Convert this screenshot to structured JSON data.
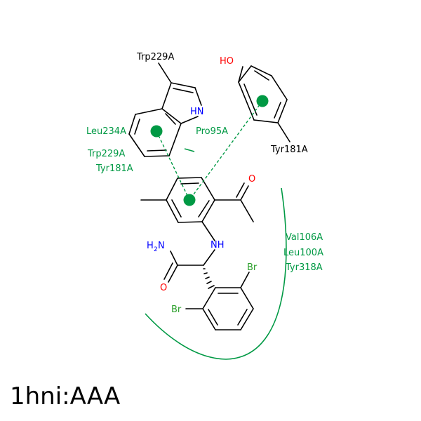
{
  "caption": "1hni:AAA",
  "colors": {
    "bond": "#000000",
    "oxygen": "#ff0000",
    "nitrogen": "#0000ff",
    "bromine": "#2ca02c",
    "interaction": "#009944",
    "residue_external": "#000000"
  },
  "atoms": {
    "hydroxyl": "HO",
    "indole_nh": "HN",
    "ketone_o": "O",
    "amine_nh": "NH",
    "amide_n_h": "H",
    "amide_n_sub": "2",
    "amide_n_n": "N",
    "amide_o": "O",
    "br_top": "Br",
    "br_left": "Br"
  },
  "residues": {
    "trp229_top": "Trp229A",
    "tyr181_right": "Tyr181A",
    "leu234": "Leu234A",
    "pro95": "Pro95A",
    "trp229_pi": "Trp229A",
    "tyr181_pi": "Tyr181A",
    "val106": "Val106A",
    "leu100": "Leu100A",
    "tyr318": "Tyr318A"
  },
  "interactions": [
    {
      "type": "pi-stacking",
      "from": "indole-ring",
      "to": "central-ring"
    },
    {
      "type": "pi-stacking",
      "from": "tyr181-ring",
      "to": "central-ring"
    },
    {
      "type": "hydrophobic",
      "residues": [
        "Leu234A",
        "Pro95A"
      ]
    },
    {
      "type": "hydrophobic",
      "residues": [
        "Val106A",
        "Leu100A",
        "Tyr318A"
      ]
    }
  ]
}
